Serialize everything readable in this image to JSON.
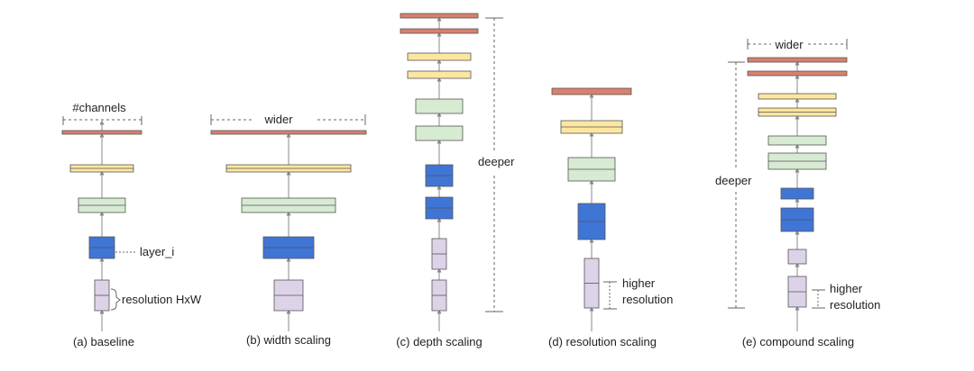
{
  "colors": {
    "red": "#d9806f",
    "yellow": "#fde7a0",
    "green": "#d7ead2",
    "blue": "#3f76d6",
    "lavender": "#ddd3e8",
    "stroke": "#555555",
    "arrow": "#888888"
  },
  "panels": [
    {
      "caption": "(a) baseline",
      "annotations": [
        {
          "label": "#channels"
        },
        {
          "label": "layer_i"
        },
        {
          "label": "resolution HxW"
        }
      ]
    },
    {
      "caption": "(b) width scaling",
      "annotations": [
        {
          "label": "wider"
        }
      ]
    },
    {
      "caption": "(c) depth scaling",
      "annotations": [
        {
          "label": "deeper"
        }
      ]
    },
    {
      "caption": "(d) resolution scaling",
      "annotations": [
        {
          "label": "higher"
        },
        {
          "label": "resolution"
        }
      ]
    },
    {
      "caption": "(e) compound scaling",
      "annotations": [
        {
          "label": "wider"
        },
        {
          "label": "deeper"
        },
        {
          "label": "higher"
        },
        {
          "label": "resolution"
        }
      ]
    }
  ]
}
